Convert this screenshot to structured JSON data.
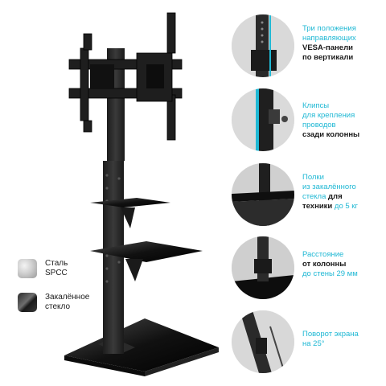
{
  "features": [
    {
      "id": "vesa",
      "lines": [
        [
          {
            "t": "Три положения",
            "c": "hl"
          }
        ],
        [
          {
            "t": "направляющих",
            "c": "hl"
          }
        ],
        [
          {
            "t": "VESA-панели",
            "c": "bk"
          }
        ],
        [
          {
            "t": "по вертикали",
            "c": "bk"
          }
        ]
      ]
    },
    {
      "id": "clips",
      "lines": [
        [
          {
            "t": "Клипсы",
            "c": "hl"
          }
        ],
        [
          {
            "t": "для крепления",
            "c": "hl"
          }
        ],
        [
          {
            "t": "проводов",
            "c": "hl"
          }
        ],
        [
          {
            "t": "сзади колонны",
            "c": "bk"
          }
        ]
      ]
    },
    {
      "id": "shelves",
      "lines": [
        [
          {
            "t": "Полки",
            "c": "hl"
          }
        ],
        [
          {
            "t": "из закалённого",
            "c": "hl"
          }
        ],
        [
          {
            "t": "стекла ",
            "c": "hl"
          },
          {
            "t": "для",
            "c": "bk"
          }
        ],
        [
          {
            "t": "техники ",
            "c": "bk"
          },
          {
            "t": "до 5 кг",
            "c": "hl"
          }
        ]
      ]
    },
    {
      "id": "distance",
      "lines": [
        [
          {
            "t": "Расстояние",
            "c": "hl"
          }
        ],
        [
          {
            "t": "от колонны",
            "c": "bk"
          }
        ],
        [
          {
            "t": "до стены 29 мм",
            "c": "hl"
          }
        ]
      ]
    },
    {
      "id": "rotation",
      "lines": [
        [
          {
            "t": "Поворот экрана",
            "c": "hl"
          }
        ],
        [
          {
            "t": "на 25°",
            "c": "hl"
          }
        ]
      ]
    }
  ],
  "materials": [
    {
      "id": "steel",
      "lines": [
        "Сталь",
        "SPCC"
      ]
    },
    {
      "id": "glass",
      "lines": [
        "Закалённое",
        "стекло"
      ]
    }
  ],
  "colors": {
    "accent": "#1fb8d4",
    "text": "#1a1a1a",
    "metal": "#2b2b2b"
  }
}
